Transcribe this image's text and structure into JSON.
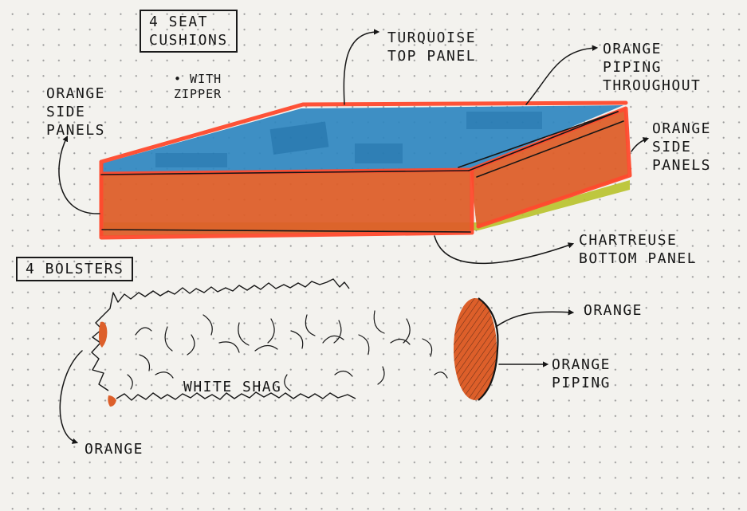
{
  "seat_section": {
    "title_line1": "4 SEAT",
    "title_line2": "CUSHIONS",
    "zipper_note_line1": "• WITH",
    "zipper_note_line2": "ZIPPER"
  },
  "seat_labels": {
    "top_panel_line1": "TURQUOISE",
    "top_panel_line2": "TOP PANEL",
    "piping_line1": "ORANGE",
    "piping_line2": "PIPING",
    "piping_line3": "THROUGHOUT",
    "left_side_line1": "ORANGE",
    "left_side_line2": "SIDE",
    "left_side_line3": "PANELS",
    "right_side_line1": "ORANGE",
    "right_side_line2": "SIDE",
    "right_side_line3": "PANELS",
    "bottom_line1": "CHARTREUSE",
    "bottom_line2": "BOTTOM PANEL"
  },
  "bolster_section": {
    "title": "4 BOLSTERS",
    "body_label": "WHITE SHAG",
    "end_label": "ORANGE",
    "piping_line1": "ORANGE",
    "piping_line2": "PIPING",
    "left_end_label": "ORANGE"
  },
  "colors": {
    "turquoise": "#2f87c0",
    "orange": "#dd5f2a",
    "piping": "#ff4a2e",
    "chartreuse": "#b8c22a",
    "ink": "#161616"
  }
}
